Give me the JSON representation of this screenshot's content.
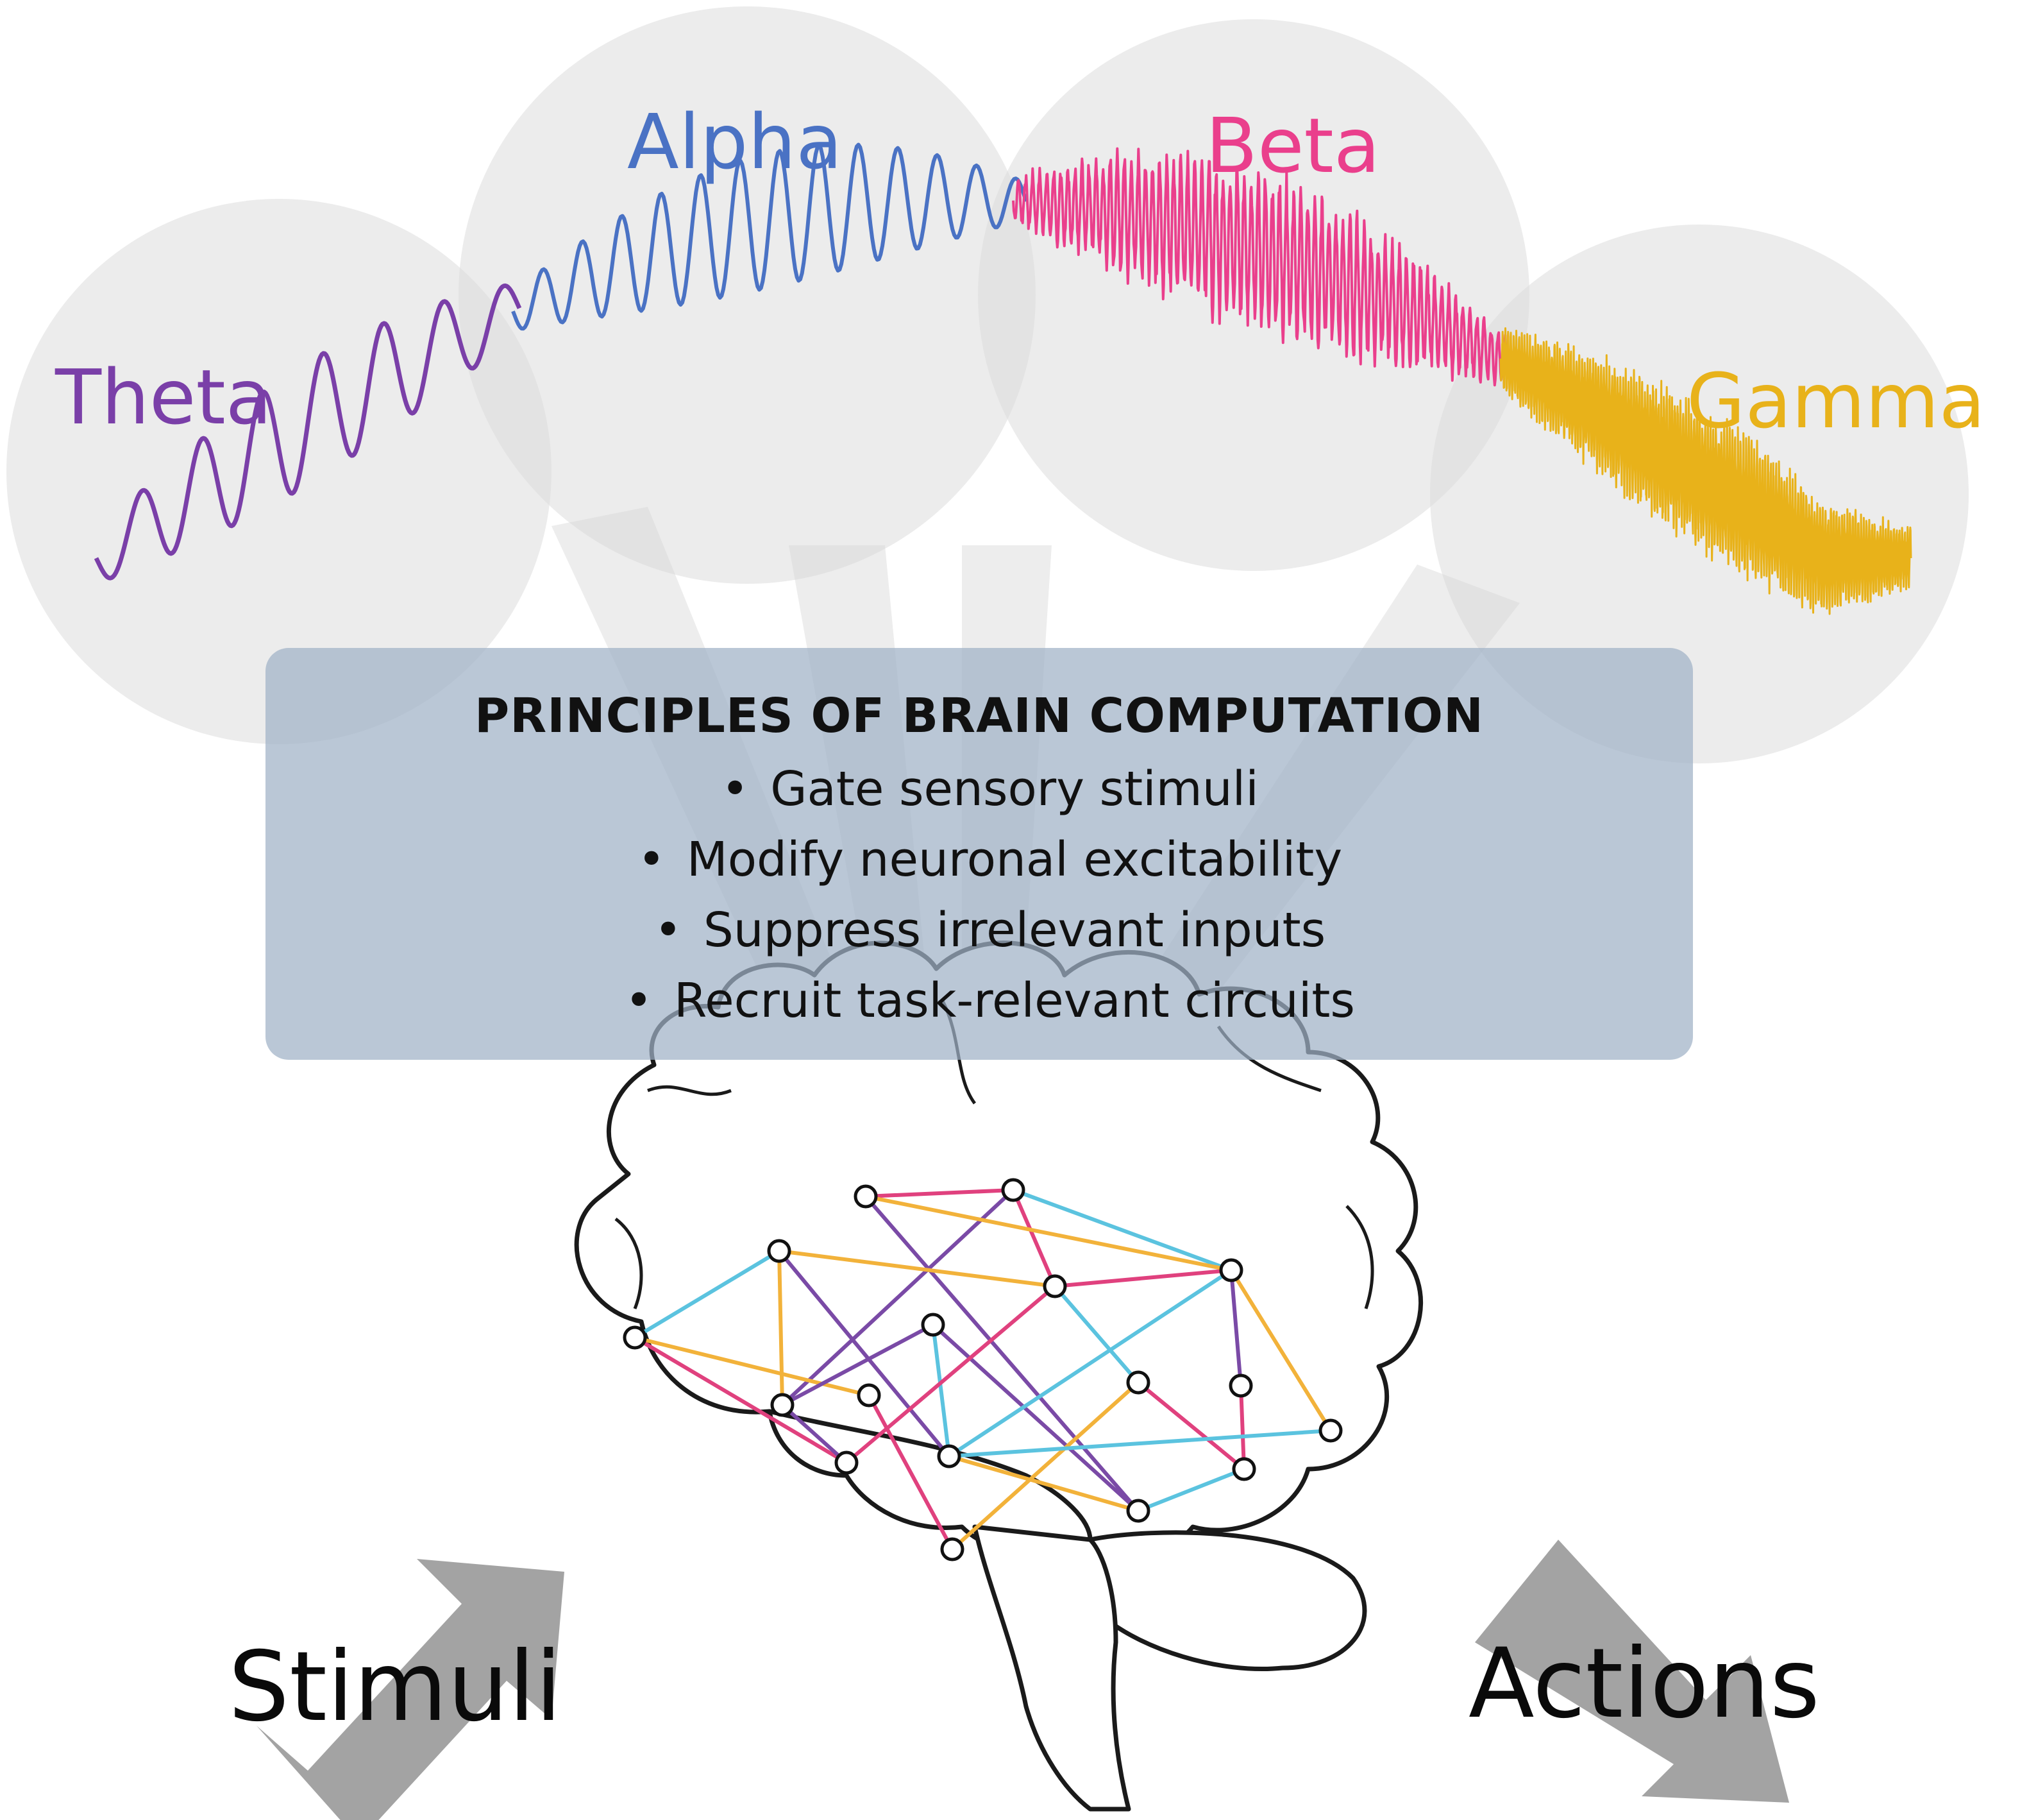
{
  "bands": [
    {
      "name": "Theta",
      "color": "#7a3fa8"
    },
    {
      "name": "Alpha",
      "color": "#4a72c4"
    },
    {
      "name": "Beta",
      "color": "#ea3f8c"
    },
    {
      "name": "Gamma",
      "color": "#e8b21a"
    }
  ],
  "panel": {
    "title": "PRINCIPLES OF BRAIN COMPUTATION",
    "items": [
      "Gate sensory stimuli",
      "Modify neuronal excitability",
      "Suppress irrelevant inputs",
      "Recruit task-relevant circuits"
    ]
  },
  "flow": {
    "input_label": "Stimuli",
    "output_label": "Actions"
  },
  "network_colors": {
    "cyan": "#5bc3df",
    "magenta": "#e0417e",
    "orange": "#f2b23a",
    "purple": "#7a4aa6"
  }
}
